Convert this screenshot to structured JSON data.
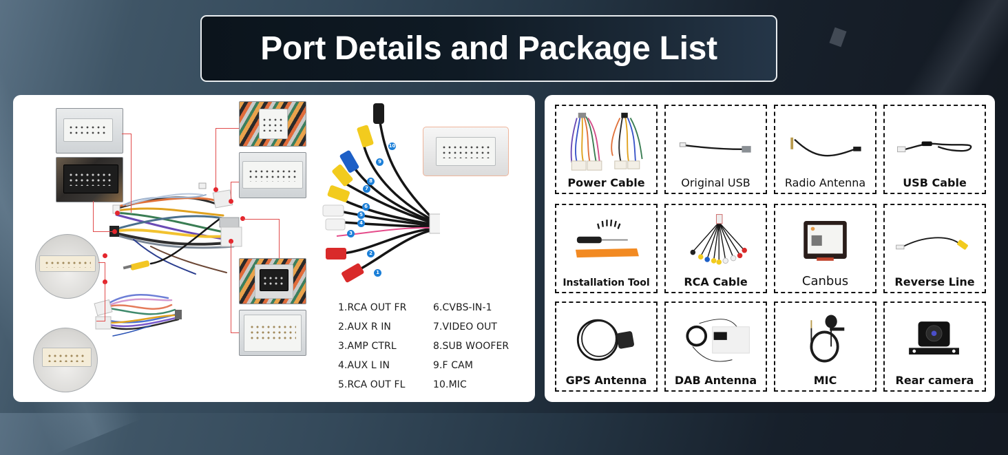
{
  "header": {
    "title": "Port Details and Package List"
  },
  "port_details": {
    "rca_cable_legend": [
      {
        "number": "1",
        "label": "1.RCA OUT FR"
      },
      {
        "number": "2",
        "label": "2.AUX R IN"
      },
      {
        "number": "3",
        "label": "3.AMP CTRL"
      },
      {
        "number": "4",
        "label": "4.AUX L IN"
      },
      {
        "number": "5",
        "label": "5.RCA OUT FL"
      },
      {
        "number": "6",
        "label": "6.CVBS-IN-1"
      },
      {
        "number": "7",
        "label": "7.VIDEO OUT"
      },
      {
        "number": "8",
        "label": "8.SUB WOOFER"
      },
      {
        "number": "9",
        "label": "9.F CAM"
      },
      {
        "number": "10",
        "label": "10.MIC"
      }
    ]
  },
  "package_list": {
    "items": [
      {
        "label": "Power Cable",
        "icon": "power-cable-icon"
      },
      {
        "label": "Original USB",
        "icon": "original-usb-icon"
      },
      {
        "label": "Radio Antenna",
        "icon": "radio-antenna-icon"
      },
      {
        "label": "USB Cable",
        "icon": "usb-cable-icon"
      },
      {
        "label": "Installation Tool",
        "icon": "installation-tool-icon"
      },
      {
        "label": "RCA Cable",
        "icon": "rca-cable-icon"
      },
      {
        "label": "Canbus",
        "icon": "canbus-icon"
      },
      {
        "label": "Reverse Line",
        "icon": "reverse-line-icon"
      },
      {
        "label": "GPS Antenna",
        "icon": "gps-antenna-icon"
      },
      {
        "label": "DAB Antenna",
        "icon": "dab-antenna-icon"
      },
      {
        "label": "MIC",
        "icon": "mic-icon"
      },
      {
        "label": "Rear camera",
        "icon": "rear-camera-icon"
      }
    ]
  },
  "colors": {
    "accent_leader_line": "#e14a4a",
    "rca_tag_blue": "#1b7fd8",
    "header_border": "#e8ecef"
  }
}
